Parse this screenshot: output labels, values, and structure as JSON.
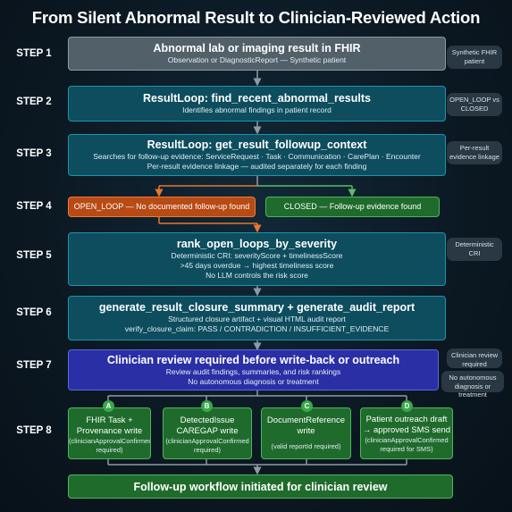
{
  "title": "From Silent Abnormal Result to Clinician-Reviewed Action",
  "steps": {
    "s1": "STEP 1",
    "s2": "STEP 2",
    "s3": "STEP 3",
    "s4": "STEP 4",
    "s5": "STEP 5",
    "s6": "STEP 6",
    "s7": "STEP 7",
    "s8": "STEP 8"
  },
  "step1": {
    "title": "Abnormal lab or imaging result in FHIR",
    "sub": "Observation or DiagnosticReport — Synthetic patient",
    "note": "Synthetic FHIR patient"
  },
  "step2": {
    "title": "ResultLoop: find_recent_abnormal_results",
    "sub": "Identifies abnormal findings in patient record",
    "note": "OPEN_LOOP vs CLOSED"
  },
  "step3": {
    "title": "ResultLoop: get_result_followup_context",
    "sub1": "Searches for follow-up evidence: ServiceRequest · Task · Communication · CarePlan · Encounter",
    "sub2": "Per-result evidence linkage — audited separately for each finding",
    "note": "Per-result evidence linkage"
  },
  "step4": {
    "open": "OPEN_LOOP — No documented follow-up found",
    "closed": "CLOSED — Follow-up evidence found"
  },
  "step5": {
    "title": "rank_open_loops_by_severity",
    "sub1": "Deterministic CRI: severityScore + timelinessScore",
    "sub2": ">45 days overdue → highest timeliness score",
    "sub3": "No LLM controls the risk score",
    "note": "Deterministic CRI"
  },
  "step6": {
    "title": "generate_result_closure_summary + generate_audit_report",
    "sub1": "Structured closure artifact + visual HTML audit report",
    "sub2": "verify_closure_claim: PASS / CONTRADICTION / INSUFFICIENT_EVIDENCE"
  },
  "step7": {
    "title": "Clinician review required before write-back or outreach",
    "sub1": "Review audit findings, summaries, and risk rankings",
    "sub2": "No autonomous diagnosis or treatment",
    "note1": "Clinician review required",
    "note2": "No autonomous diagnosis or treatment"
  },
  "step8": {
    "cards": [
      {
        "letter": "A",
        "title": "FHIR Task + Provenance write",
        "sub": "(clinicianApprovalConfirmed required)"
      },
      {
        "letter": "B",
        "title": "DetectedIssue CAREGAP write",
        "sub": "(clinicianApprovalConfirmed required)"
      },
      {
        "letter": "C",
        "title": "DocumentReference write",
        "sub": "(valid reportId required)"
      },
      {
        "letter": "D",
        "title": "Patient outreach draft → approved SMS send",
        "sub": "(clinicianApprovalConfirmed required for SMS)"
      }
    ]
  },
  "final": "Follow-up workflow initiated for clinician review",
  "colors": {
    "teal": "#0d4d5e",
    "grey": "#52606a",
    "blue": "#2a2fa6",
    "green": "#1f6b2c",
    "orange": "#b84a14",
    "arrow": "#8f9ba3"
  }
}
